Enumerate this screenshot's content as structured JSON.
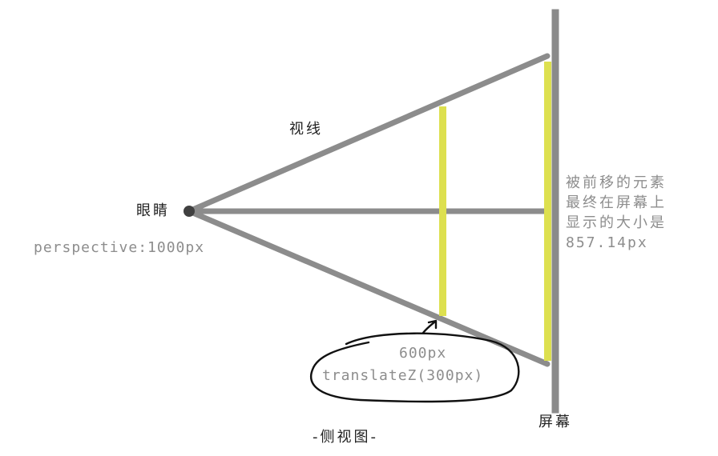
{
  "labels": {
    "sight_line": "视线",
    "eye": "眼睛",
    "perspective": "perspective:1000px",
    "screen": "屏幕",
    "caption": "-侧视图-",
    "element_distance": "600px",
    "translate": "translateZ(300px)"
  },
  "screen_note": {
    "lines": [
      "被前移的元素",
      "最终在屏幕上",
      "显示的大小是",
      "857.14px"
    ]
  },
  "colors": {
    "line": "#8c8c8c",
    "screen": "#8a8a8a",
    "element": "#dde04f",
    "eye": "#404040",
    "text_dark": "#222222",
    "text_gray": "#8d8d8d"
  }
}
